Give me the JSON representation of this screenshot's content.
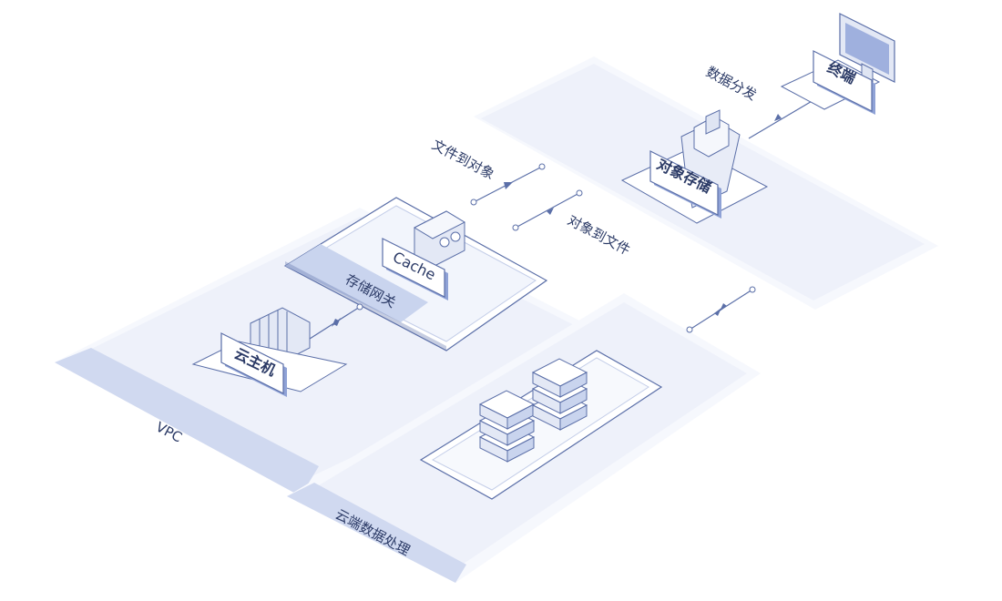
{
  "zones": {
    "vpc": "VPC",
    "cloud": "云端数据处理"
  },
  "nodes": {
    "gateway_label": "存储网关",
    "cache": "Cache",
    "host": "云主机",
    "object_storage": "对象存储",
    "terminal": "终端"
  },
  "flows": {
    "file_to_object": "文件到对象",
    "object_to_file": "对象到文件",
    "data_distribution": "数据分发"
  },
  "colors": {
    "zone_fill": "#eef1fa",
    "zone_band": "#c9d4ee",
    "line": "#5b6fa8",
    "card_border": "#5b6fa8",
    "card_shadow": "#8fa2d6",
    "accent": "#2b3a66"
  }
}
